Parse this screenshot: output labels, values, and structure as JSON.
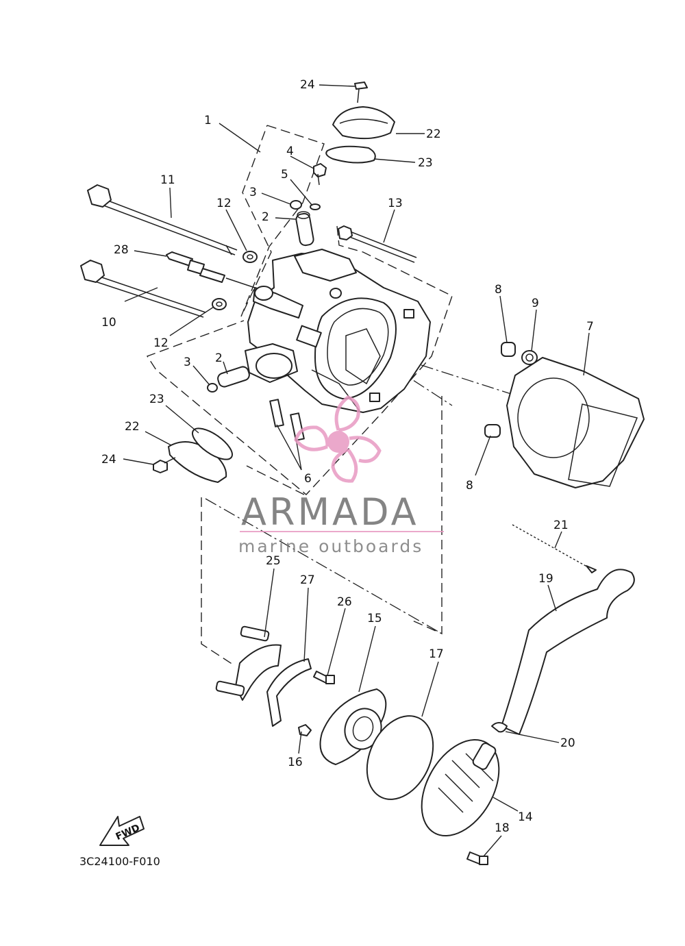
{
  "diagram_code": "3C24100-F010",
  "fwd_label": "FWD",
  "watermark": {
    "brand": "ARMADA",
    "tagline": "marine outboards",
    "accent_color": "#e89ac2",
    "text_color": "#6f6f6f",
    "logo_icon": "propeller-icon"
  },
  "callouts": [
    {
      "id": "1",
      "label": "1"
    },
    {
      "id": "2a",
      "label": "2"
    },
    {
      "id": "2b",
      "label": "2"
    },
    {
      "id": "3a",
      "label": "3"
    },
    {
      "id": "3b",
      "label": "3"
    },
    {
      "id": "4",
      "label": "4"
    },
    {
      "id": "5",
      "label": "5"
    },
    {
      "id": "6",
      "label": "6"
    },
    {
      "id": "7",
      "label": "7"
    },
    {
      "id": "8a",
      "label": "8"
    },
    {
      "id": "8b",
      "label": "8"
    },
    {
      "id": "9",
      "label": "9"
    },
    {
      "id": "10",
      "label": "10"
    },
    {
      "id": "11",
      "label": "11"
    },
    {
      "id": "12a",
      "label": "12"
    },
    {
      "id": "12b",
      "label": "12"
    },
    {
      "id": "13",
      "label": "13"
    },
    {
      "id": "14",
      "label": "14"
    },
    {
      "id": "15",
      "label": "15"
    },
    {
      "id": "16",
      "label": "16"
    },
    {
      "id": "17",
      "label": "17"
    },
    {
      "id": "18",
      "label": "18"
    },
    {
      "id": "19",
      "label": "19"
    },
    {
      "id": "20",
      "label": "20"
    },
    {
      "id": "21",
      "label": "21"
    },
    {
      "id": "22a",
      "label": "22"
    },
    {
      "id": "22b",
      "label": "22"
    },
    {
      "id": "23a",
      "label": "23"
    },
    {
      "id": "23b",
      "label": "23"
    },
    {
      "id": "24a",
      "label": "24"
    },
    {
      "id": "24b",
      "label": "24"
    },
    {
      "id": "25",
      "label": "25"
    },
    {
      "id": "26",
      "label": "26"
    },
    {
      "id": "27",
      "label": "27"
    },
    {
      "id": "28",
      "label": "28"
    }
  ]
}
